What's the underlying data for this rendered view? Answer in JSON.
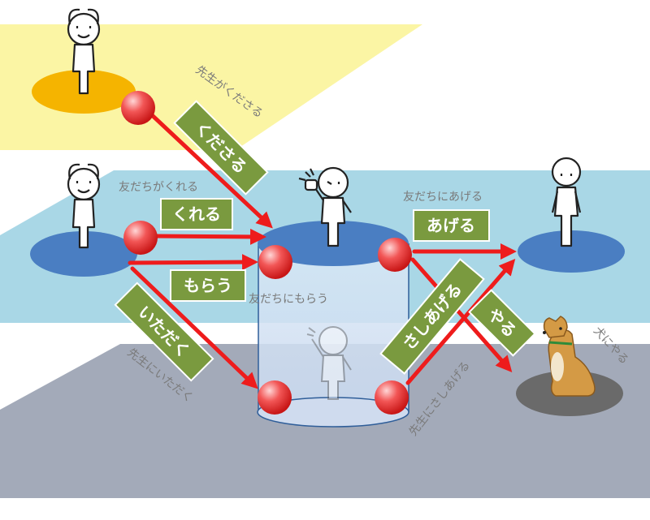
{
  "colors": {
    "top_plane": "#fbf5a4",
    "middle_plane": "#a9d7e6",
    "bottom_plane": "#a3aab9",
    "arrow": "#ee1c1c",
    "verb_box": "#7a9a3f",
    "ellipse_blue": "#4a7ec2",
    "ellipse_orange": "#f5b400",
    "ellipse_gray": "#6a6a6a"
  },
  "labels": {
    "sensei_ga_kudasaru": "先生がくださる",
    "tomodachi_ga_kureru": "友だちがくれる",
    "tomodachi_ni_ageru": "友だちにあげる",
    "tomodachi_ni_morau": "友だちにもらう",
    "sensei_ni_itadaku": "先生にいただく",
    "sensei_ni_sashiageru": "先生にさしあげる",
    "inu_ni_yaru": "犬にやる"
  },
  "verbs": {
    "kudasaru": "くださる",
    "kureru": "くれる",
    "morau": "もらう",
    "itadaku": "いただく",
    "ageru": "あげる",
    "sashiageru": "さしあげる",
    "yaru": "やる"
  },
  "icons": [
    "stick-figure-icon",
    "thumbs-up-figure-icon",
    "shiba-dog-icon",
    "red-ball-icon"
  ]
}
